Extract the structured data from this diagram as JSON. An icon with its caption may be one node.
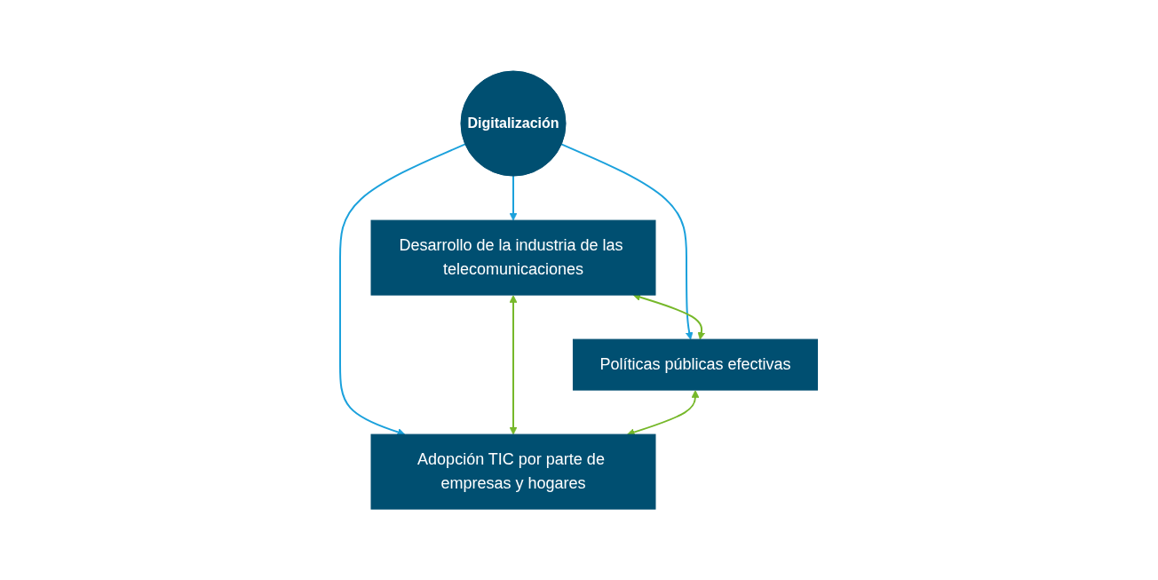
{
  "diagram": {
    "nodes": [
      {
        "text": [
          "Desarrollo de la industria de las telecomunicaciones"
        ]
      },
      {
        "text": [
          "Digitalización"
        ]
      },
      {
        "text": [
          "Políticas públicas efectivas"
        ]
      },
      {
        "text": [
          "Adopción TIC por parte de empresas y hogares"
        ]
      }
    ],
    "edges": [
      {
        "from": 1,
        "to": 0,
        "arrow": "to",
        "color": "#1ba1dc"
      },
      {
        "from": 1,
        "to": 2,
        "arrow": "to",
        "color": "#1ba1dc"
      },
      {
        "from": 1,
        "to": 3,
        "arrow": "to",
        "color": "#1ba1dc"
      },
      {
        "from": 0,
        "to": 2,
        "arrow": "both",
        "color": "#76b82a"
      },
      {
        "from": 0,
        "to": 3,
        "arrow": "both",
        "color": "#76b82a"
      },
      {
        "from": 2,
        "to": 3,
        "arrow": "both",
        "color": "#76b82a"
      }
    ]
  }
}
